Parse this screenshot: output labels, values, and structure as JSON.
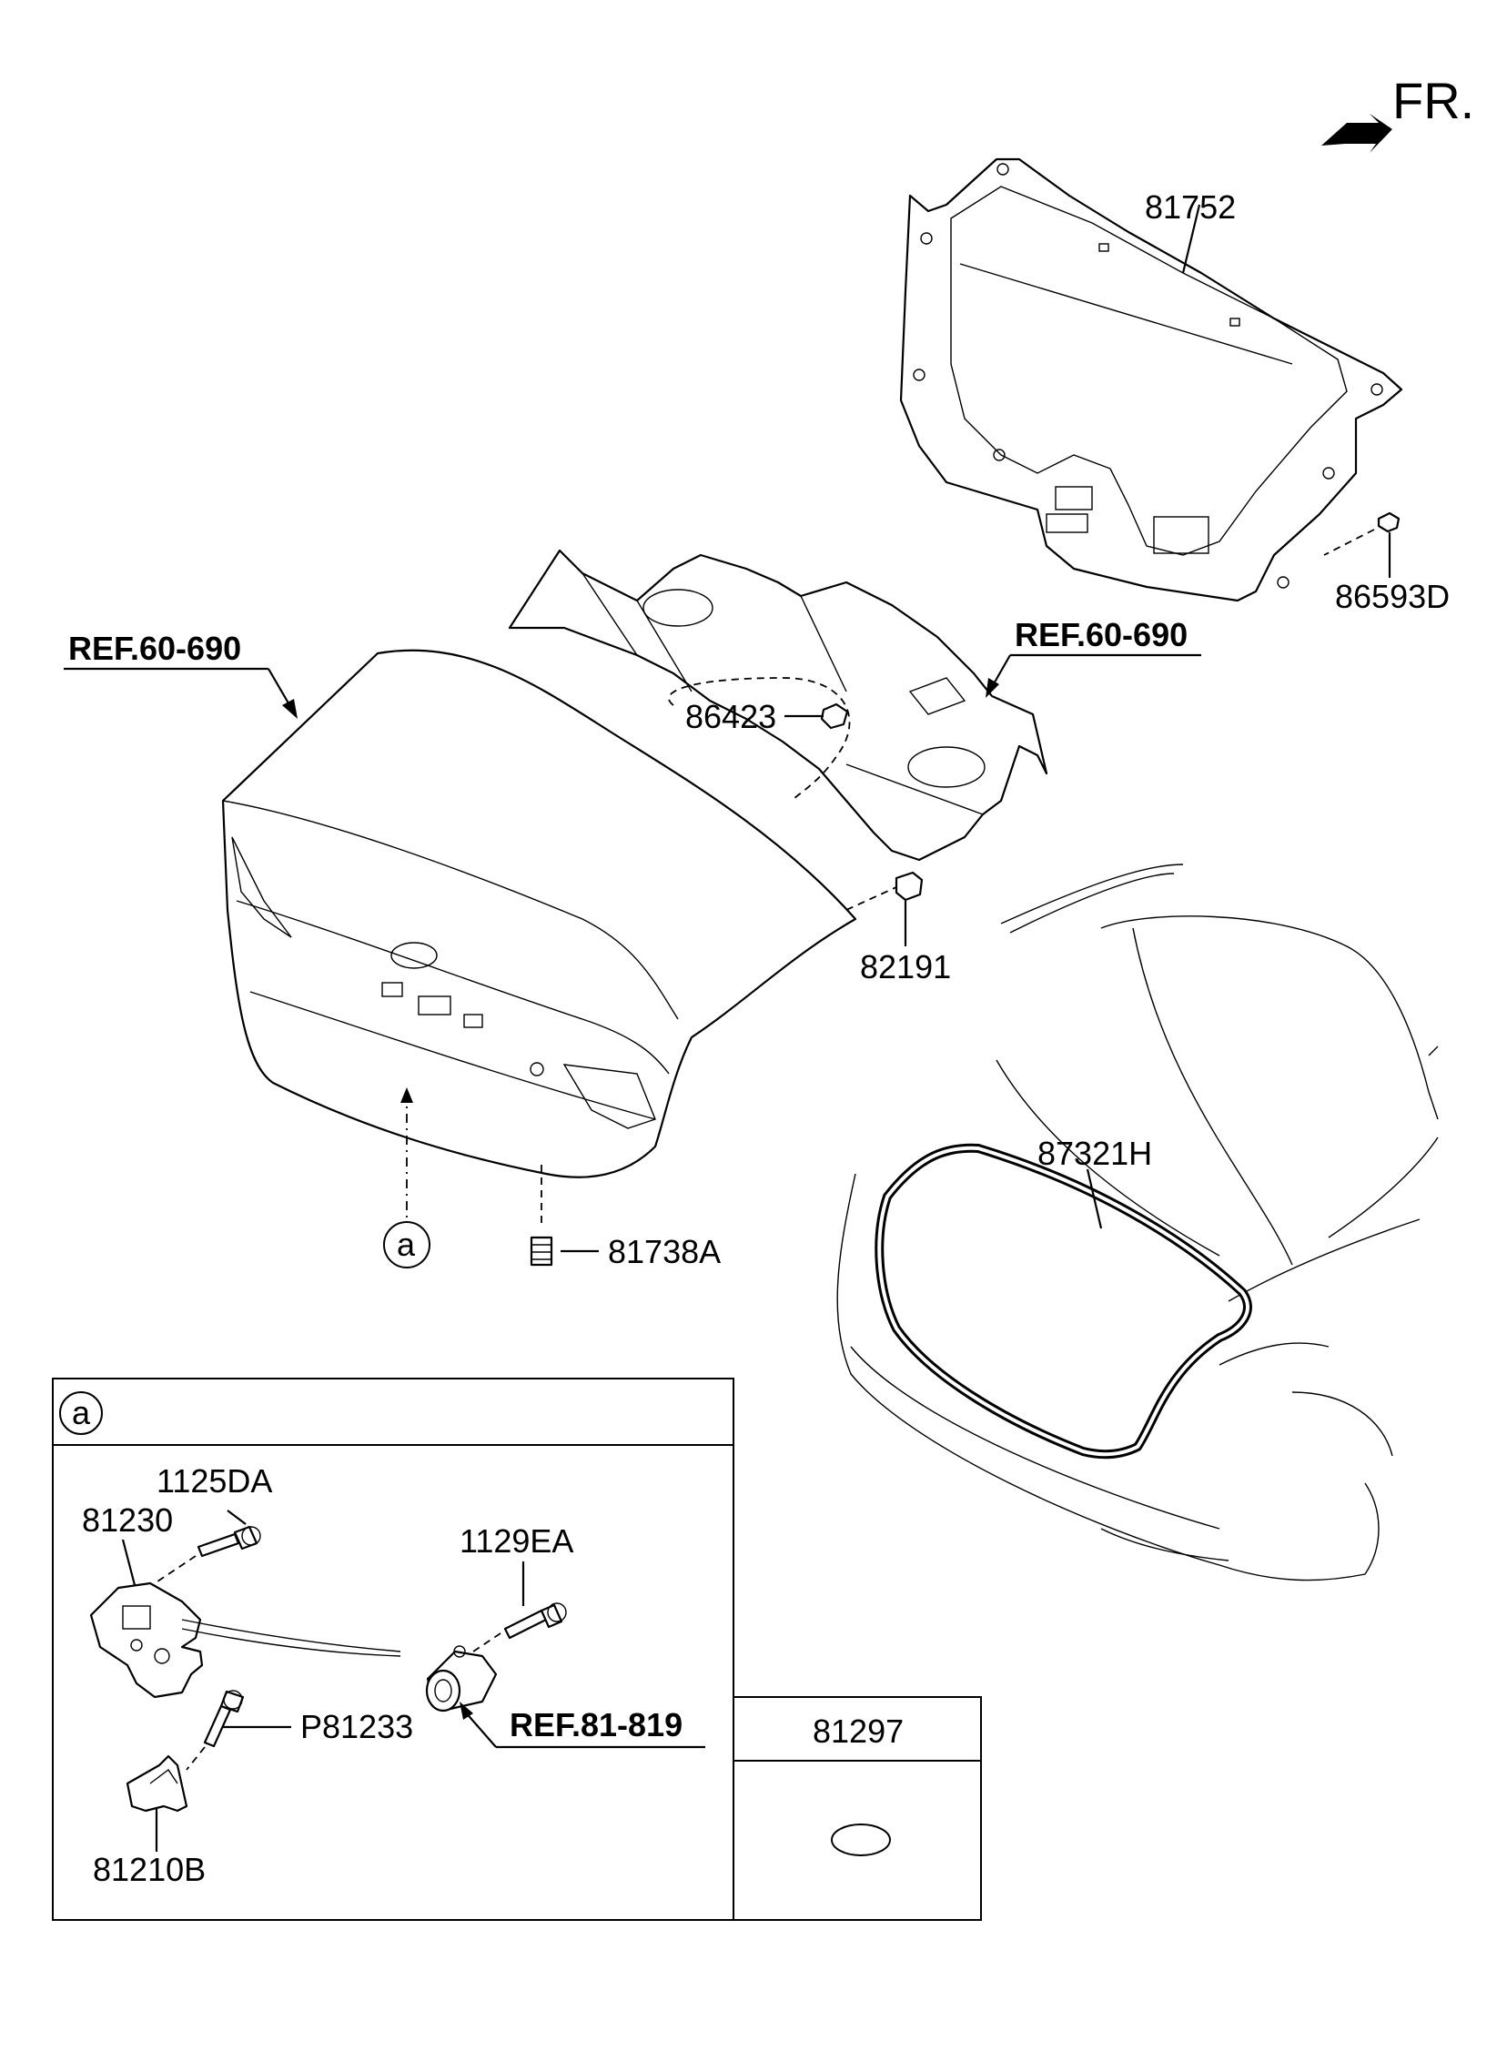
{
  "direction": {
    "label": "FR."
  },
  "callouts": {
    "ref_left": "REF.60-690",
    "ref_right": "REF.60-690",
    "ref_lock": "REF.81-819",
    "circle_a": "a",
    "box_a_marker": "a"
  },
  "parts": {
    "trim_panel": "81752",
    "clip_86593d": "86593D",
    "clip_86423": "86423",
    "bumper_82191": "82191",
    "weatherstrip": "87321H",
    "stopper": "81738A",
    "bolt_1125da": "1125DA",
    "latch": "81230",
    "bolt_1129ea": "1129EA",
    "bolt_p81233": "P81233",
    "striker": "81210B",
    "plug": "81297"
  }
}
